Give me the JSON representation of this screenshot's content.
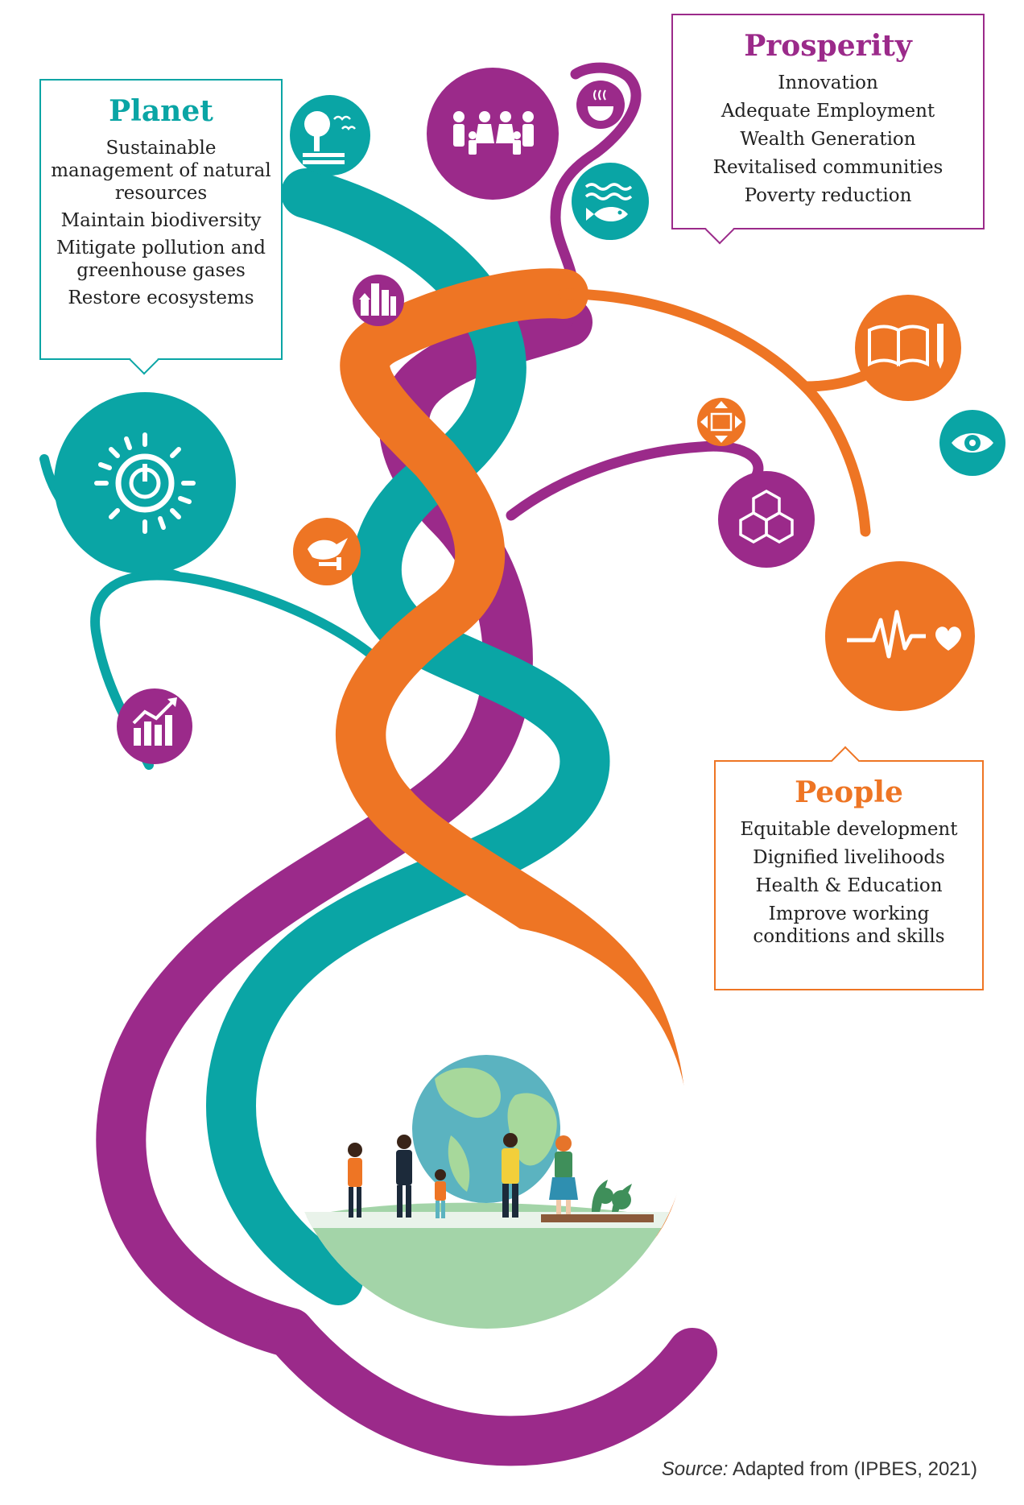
{
  "colors": {
    "planet": "#0aa5a5",
    "prosperity": "#9b2a8a",
    "people": "#ee7524",
    "ground": "#a3d4a8"
  },
  "planet": {
    "title": "Planet",
    "items": [
      "Sustainable management of natural resources",
      "Maintain biodiversity",
      "Mitigate pollution and greenhouse gases",
      "Restore ecosystems"
    ]
  },
  "prosperity": {
    "title": "Prosperity",
    "items": [
      "Innovation",
      "Adequate Employment",
      "Wealth Generation",
      "Revitalised communities",
      "Poverty reduction"
    ]
  },
  "people": {
    "title": "People",
    "items": [
      "Equitable development",
      "Dignified livelihoods",
      "Health & Education",
      "Improve working conditions and skills"
    ]
  },
  "source": {
    "label": "Source:",
    "text": "Adapted from (IPBES, 2021)"
  },
  "icons": [
    "tree-birds-icon",
    "family-icon",
    "hot-bowl-icon",
    "fish-water-icon",
    "city-buildings-icon",
    "book-pencil-icon",
    "navigation-arrows-icon",
    "eye-globe-icon",
    "cubes-icon",
    "clean-energy-icon",
    "dove-gavel-icon",
    "heartbeat-icon",
    "growth-chart-icon",
    "earth-globe-icon",
    "people-group-icon"
  ]
}
